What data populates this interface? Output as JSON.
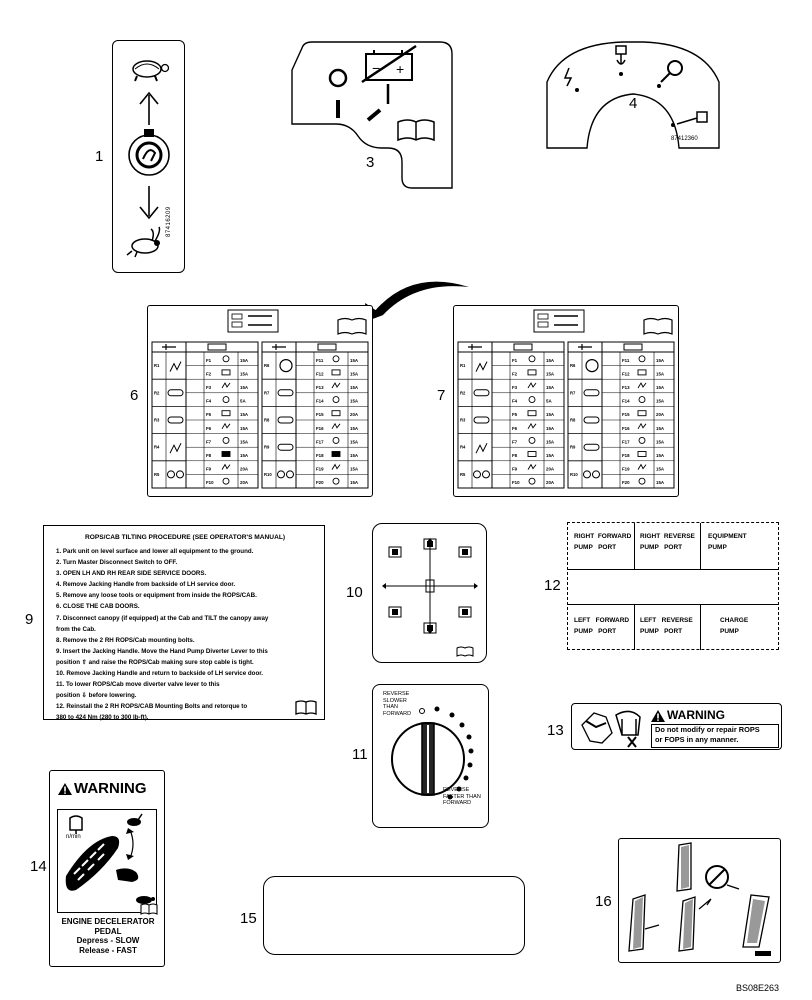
{
  "callouts": [
    "1",
    "3",
    "4",
    "6",
    "7",
    "9",
    "10",
    "11",
    "12",
    "13",
    "14",
    "15",
    "16"
  ],
  "decal1": {
    "code": "87416209"
  },
  "decal4": {
    "code": "87412360"
  },
  "decal9": {
    "title": "ROPS/CAB TILTING PROCEDURE (SEE OPERATOR'S MANUAL)",
    "lines": [
      "1. Park unit on level surface and lower all equipment to the ground.",
      "2. Turn Master Disconnect Switch to OFF.",
      "3. OPEN LH AND RH REAR SIDE SERVICE DOORS.",
      "4. Remove Jacking Handle from backside of LH service door.",
      "5. Remove any loose tools or equipment from inside the ROPS/CAB.",
      "6. CLOSE THE CAB DOORS.",
      "7. Disconnect canopy (if equipped) at the Cab and TILT the canopy away",
      "   from the Cab.",
      "8. Remove the 2 RH ROPS/Cab mounting bolts.",
      "9. Insert the Jacking Handle. Move the Hand Pump Diverter Lever to this",
      "   position ⇧ and raise the ROPS/Cab making sure stop cable is tight.",
      "10. Remove Jacking Handle and return to backside of LH service door.",
      "11. To lower ROPS/Cab move diverter valve lever to this",
      "    position ⇩ before lowering.",
      "12. Reinstall the 2 RH ROPS/CAB Mounting Bolts and retorque to",
      "    380 to 424 Nm (280 to 300 lb-ft)."
    ]
  },
  "decal11": {
    "top_text": [
      "REVERSE",
      "SLOWER",
      "THAN",
      "FORWARD"
    ],
    "bottom_text": [
      "REVERSE",
      "FASTER THAN",
      "FORWARD"
    ]
  },
  "decal12": {
    "cells_top": [
      {
        "l1": "RIGHT  FORWARD",
        "l2": "PUMP   PORT"
      },
      {
        "l1": "RIGHT  REVERSE",
        "l2": "PUMP   PORT"
      },
      {
        "l1": "EQUIPMENT",
        "l2": "PUMP"
      }
    ],
    "cells_bottom": [
      {
        "l1": "LEFT   FORWARD",
        "l2": "PUMP   PORT"
      },
      {
        "l1": "LEFT   REVERSE",
        "l2": "PUMP   PORT"
      },
      {
        "l1": "CHARGE",
        "l2": "PUMP"
      }
    ]
  },
  "decal13": {
    "header": "WARNING",
    "body": [
      "Do not modify or repair ROPS",
      "or FOPS in any manner."
    ]
  },
  "decal14": {
    "header": "WARNING",
    "rpm_label": "n/min",
    "footer": [
      "ENGINE DECELERATOR",
      "PEDAL",
      "Depress - SLOW",
      "Release - FAST"
    ]
  },
  "fuse_panel": {
    "left_fuses": [
      "F1",
      "F2",
      "F3",
      "F4",
      "F5",
      "F6",
      "F7",
      "F8",
      "F9",
      "F10"
    ],
    "right_fuses": [
      "F11",
      "F12",
      "F13",
      "F14",
      "F15",
      "F16",
      "F17",
      "F18",
      "F19",
      "F20"
    ],
    "left_relays": [
      "R1",
      "R2",
      "R3",
      "R4",
      "R5"
    ],
    "right_relays": [
      "R6",
      "R7",
      "R8",
      "R9",
      "R10"
    ],
    "amps_left": [
      "15A",
      "15A",
      "15A",
      "5A",
      "15A",
      "15A",
      "15A",
      "15A",
      "20A",
      "20A"
    ],
    "amps_right": [
      "15A",
      "15A",
      "15A",
      "15A",
      "20A",
      "15A",
      "15A",
      "15A",
      "15A",
      "15A"
    ]
  },
  "figure_code": "BS08E263",
  "colors": {
    "ink": "#000000",
    "paper": "#ffffff"
  }
}
